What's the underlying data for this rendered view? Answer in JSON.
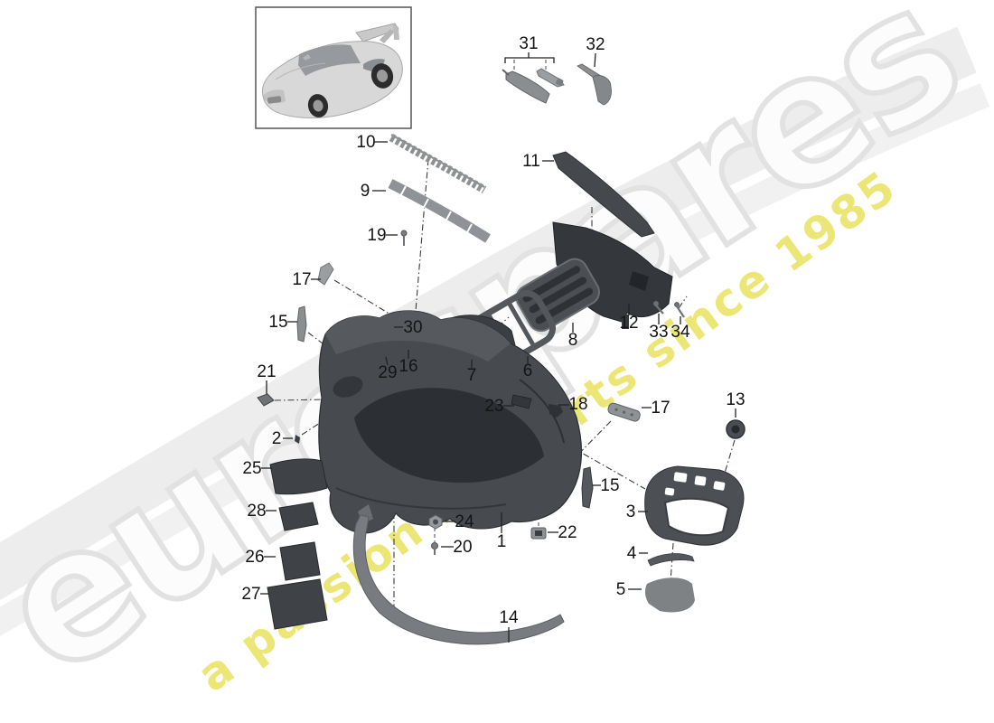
{
  "watermark": {
    "brand": "eurospares",
    "tagline": "a passion for parts since 1985",
    "brand_outline_color": "#e2e2e2",
    "tagline_color": "#e7e153"
  },
  "diagram": {
    "background_color": "#ffffff",
    "part_dark_color": "#3c4045",
    "part_mid_color": "#787c80",
    "part_light_color": "#9b9ea1",
    "label_color": "#141414"
  },
  "callouts": [
    "31",
    "32",
    "10",
    "11",
    "9",
    "19",
    "17",
    "15",
    "30",
    "29",
    "16",
    "21",
    "2",
    "25",
    "28",
    "26",
    "27",
    "7",
    "6",
    "8",
    "12",
    "33",
    "34",
    "23",
    "18",
    "17",
    "13",
    "15",
    "3",
    "4",
    "5",
    "24",
    "20",
    "1",
    "22",
    "14"
  ]
}
